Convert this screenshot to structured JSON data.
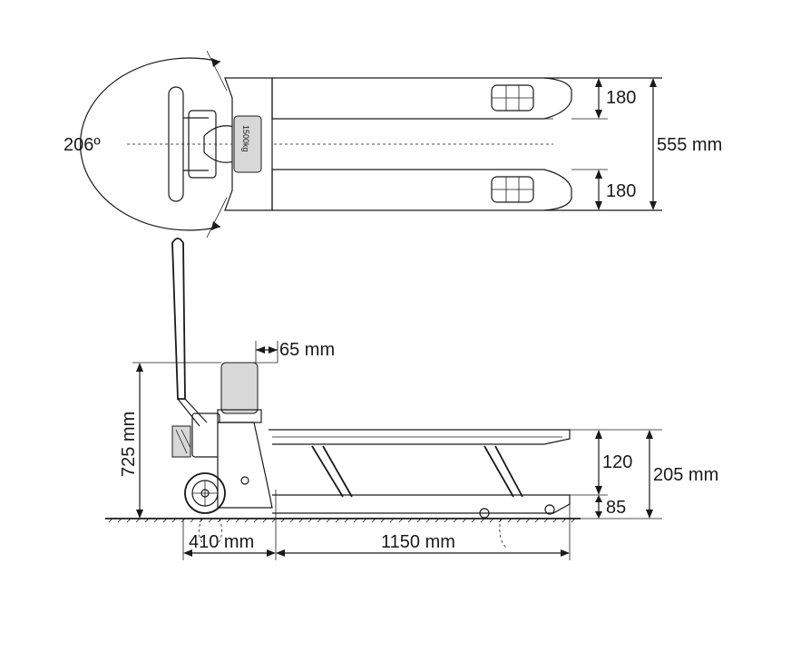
{
  "diagram": {
    "top_view": {
      "steering_angle": "206º",
      "fork_width_1": "180",
      "fork_width_2": "180",
      "overall_width": "555 mm",
      "scale_label": "1500kg"
    },
    "side_view": {
      "handle_offset": "65 mm",
      "height": "725 mm",
      "lift_height": "120",
      "lowered_height": "85",
      "max_height": "205 mm",
      "rear_length": "410 mm",
      "fork_length": "1150 mm"
    }
  }
}
